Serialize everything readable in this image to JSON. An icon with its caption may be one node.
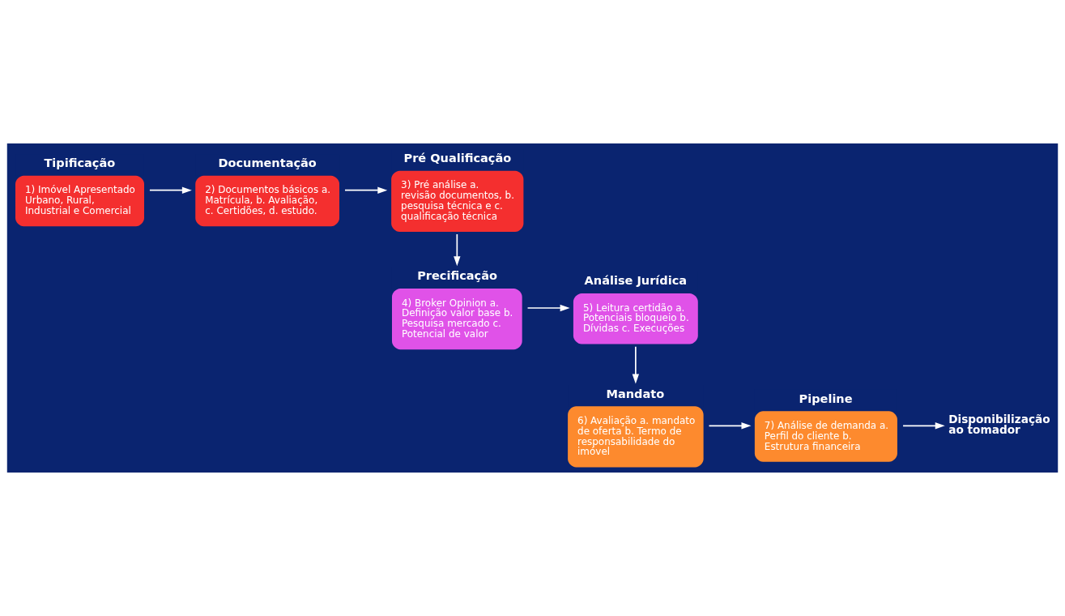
{
  "diagram": {
    "nodes": [
      {
        "text": [
          "Tipificação",
          "1) Imóvel Apresentado Urbano, Rural, Industrial e Comercial"
        ]
      },
      {
        "text": [
          "Documentação",
          "2) Documentos básicos a. Matrícula, b. Avaliação, c. Certidões, d. estudo."
        ]
      },
      {
        "text": [
          "Pré Qualificação",
          "3) Pré análise a. revisão documentos, b. pesquisa técnica e c. qualificação técnica"
        ]
      },
      {
        "text": [
          "Precificação",
          "4) Broker Opinion a. Definição valor base b. Pesquisa mercado c. Potencial de valor"
        ]
      },
      {
        "text": [
          "Análise Jurídica",
          "5) Leitura certidão a. Potenciais bloqueio b. Dívidas c. Execuções"
        ]
      },
      {
        "text": [
          "Mandato",
          "6) Avaliação a. mandato de oferta b. Termo de responsabilidade do imóvel"
        ]
      },
      {
        "text": [
          "Pipeline",
          "7) Análise de demanda a. Perfil do cliente b. Estrutura financeira"
        ]
      },
      {
        "text": [
          "Disponibilização ao tomador"
        ]
      }
    ],
    "edges": [
      {
        "from": 0,
        "to": 1,
        "arrow": "to"
      },
      {
        "from": 1,
        "to": 2,
        "arrow": "to"
      },
      {
        "from": 2,
        "to": 3,
        "arrow": "to"
      },
      {
        "from": 3,
        "to": 4,
        "arrow": "to"
      },
      {
        "from": 4,
        "to": 5,
        "arrow": "to"
      },
      {
        "from": 5,
        "to": 6,
        "arrow": "to"
      },
      {
        "from": 6,
        "to": 7,
        "arrow": "to"
      }
    ]
  }
}
